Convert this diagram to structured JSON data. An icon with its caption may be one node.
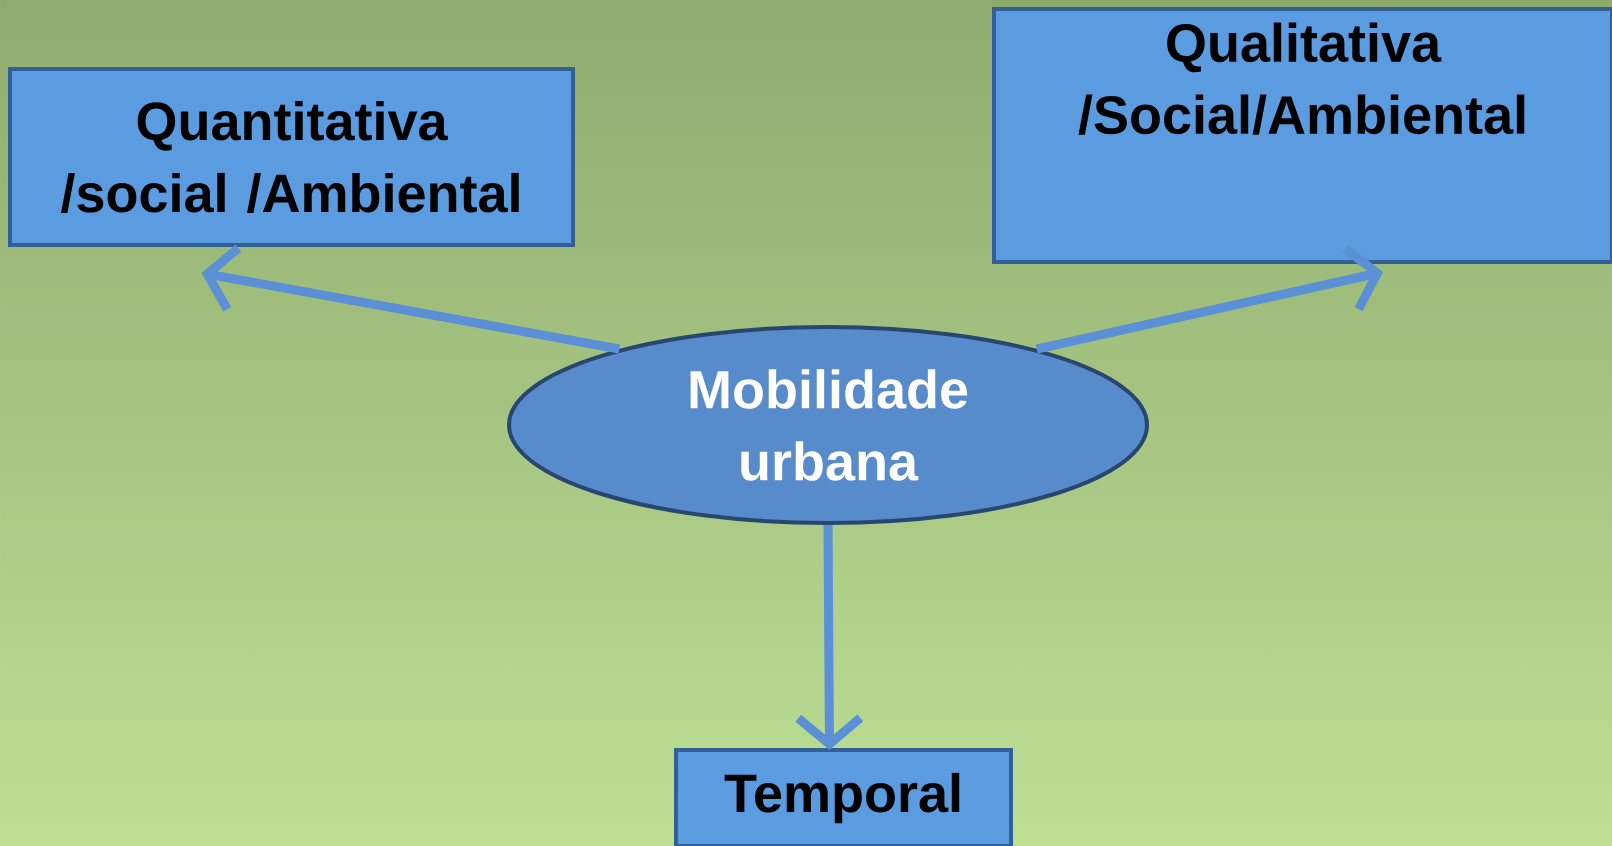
{
  "diagram": {
    "nodes": [
      {
        "text": [
          "Quantitativa /social /Ambiental"
        ]
      },
      {
        "text": [
          "Qualitativa /Social/Ambiental"
        ]
      },
      {
        "text": [
          "Mobilidade urbana"
        ]
      },
      {
        "text": [
          "Temporal"
        ]
      }
    ],
    "edges": [
      {
        "from": 2,
        "to": 0,
        "arrow": "to"
      },
      {
        "from": 2,
        "to": 1,
        "arrow": "to"
      },
      {
        "from": 2,
        "to": 3,
        "arrow": "to"
      }
    ]
  }
}
